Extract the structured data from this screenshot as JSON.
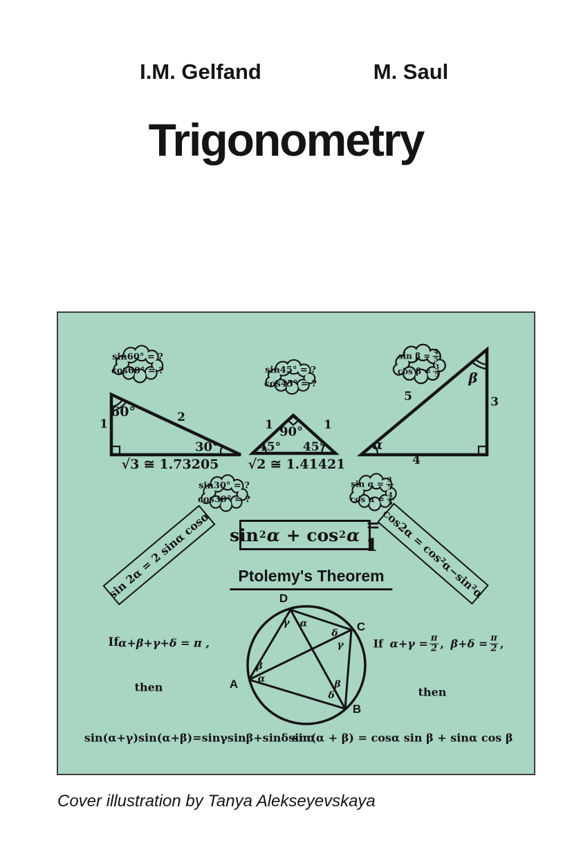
{
  "cover": {
    "author_left": "I.M. Gelfand",
    "author_right": "M. Saul",
    "title": "Trigonometry",
    "credit": "Cover illustration by Tanya Alekseyevskaya",
    "colors": {
      "panel_bg": "#a9d5c3",
      "ink": "#141414"
    }
  },
  "panel": {
    "cloud_sin60": {
      "line1": "sin60° = ?",
      "line2": "cos60° = ?"
    },
    "cloud_sin45": {
      "line1": "sin45° = ?",
      "line2": "cos45° = ?"
    },
    "cloud_sin_beta": {
      "l1": "sin β =",
      "n1": "4",
      "d1": "5",
      "l2": "cos β =",
      "n2": "3",
      "d2": "5"
    },
    "cloud_sin30": {
      "line1": "sin30° = ?",
      "line2": "cos30° = ?"
    },
    "cloud_sin_alpha": {
      "l1": "sin α =",
      "n1": "3",
      "d1": "5",
      "l2": "cos α =",
      "n2": "4",
      "d2": "5"
    },
    "tri_30_60_90": {
      "angle_apex": "60°",
      "side_left": "1",
      "side_hyp": "2",
      "angle_base": "30°",
      "base_value": "√3 ≅ 1.73205"
    },
    "tri_45_45_90": {
      "side_left": "1",
      "side_right": "1",
      "angle_apex": "90°",
      "angle_left": "45°",
      "angle_right": "45°",
      "base_value": "√2 ≅ 1.41421"
    },
    "tri_3_4_5": {
      "side_hyp": "5",
      "side_right": "3",
      "side_base": "4",
      "angle_base": "α",
      "angle_top": "β"
    },
    "identity": {
      "t1": "sin",
      "e1": "2",
      "t2": "α",
      "t3": "+",
      "t4": "cos",
      "e2": "2",
      "t5": "α",
      "t6": "= 1"
    },
    "ribbon_left": "sin 2α = 2 sinα cosα",
    "ribbon_right": "cos2α = cos²α−sin²α",
    "heading": "Ptolemy's Theorem",
    "circle": {
      "v_a": "A",
      "v_b": "B",
      "v_c": "C",
      "v_d": "D",
      "d1": "γ",
      "d2": "α",
      "c1": "δ",
      "c2": "γ",
      "a1": "β",
      "a2": "α",
      "b1": "β",
      "b2": "δ"
    },
    "left_if": {
      "if_label": "If",
      "formula": "α+β+γ+δ = π ,",
      "then_label": "then"
    },
    "right_if": {
      "if_label": "If",
      "f1": "α+γ =",
      "f1n": "π",
      "f1d": "2",
      "c1": ",",
      "f2": "β+δ =",
      "f2n": "π",
      "f2d": "2",
      "c2": ",",
      "then_label": "then"
    },
    "result_left": "sin(α+γ)sin(α+β)=sinγsinβ+sinδsinα",
    "result_right": "sin(α + β) = cosα sin β + sinα cos β"
  }
}
